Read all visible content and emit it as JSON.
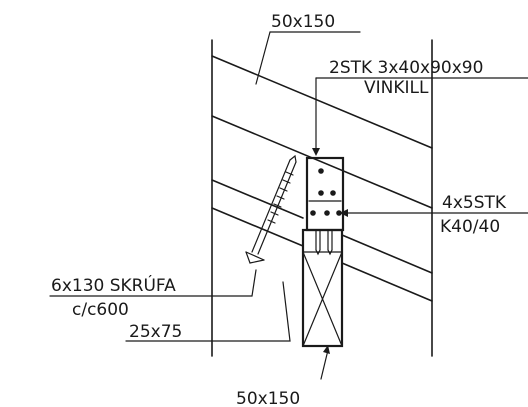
{
  "labels": {
    "top_beam": "50x150",
    "angle_qty": "2STK  3x40x90x90",
    "angle_name": "VINKILL",
    "nail_qty": "4x5STK",
    "nail_type": "K40/40",
    "screw": "6x130  SKRÚFA",
    "screw_spacing": "c/c600",
    "batten": "25x75",
    "bottom_beam": "50x150"
  }
}
